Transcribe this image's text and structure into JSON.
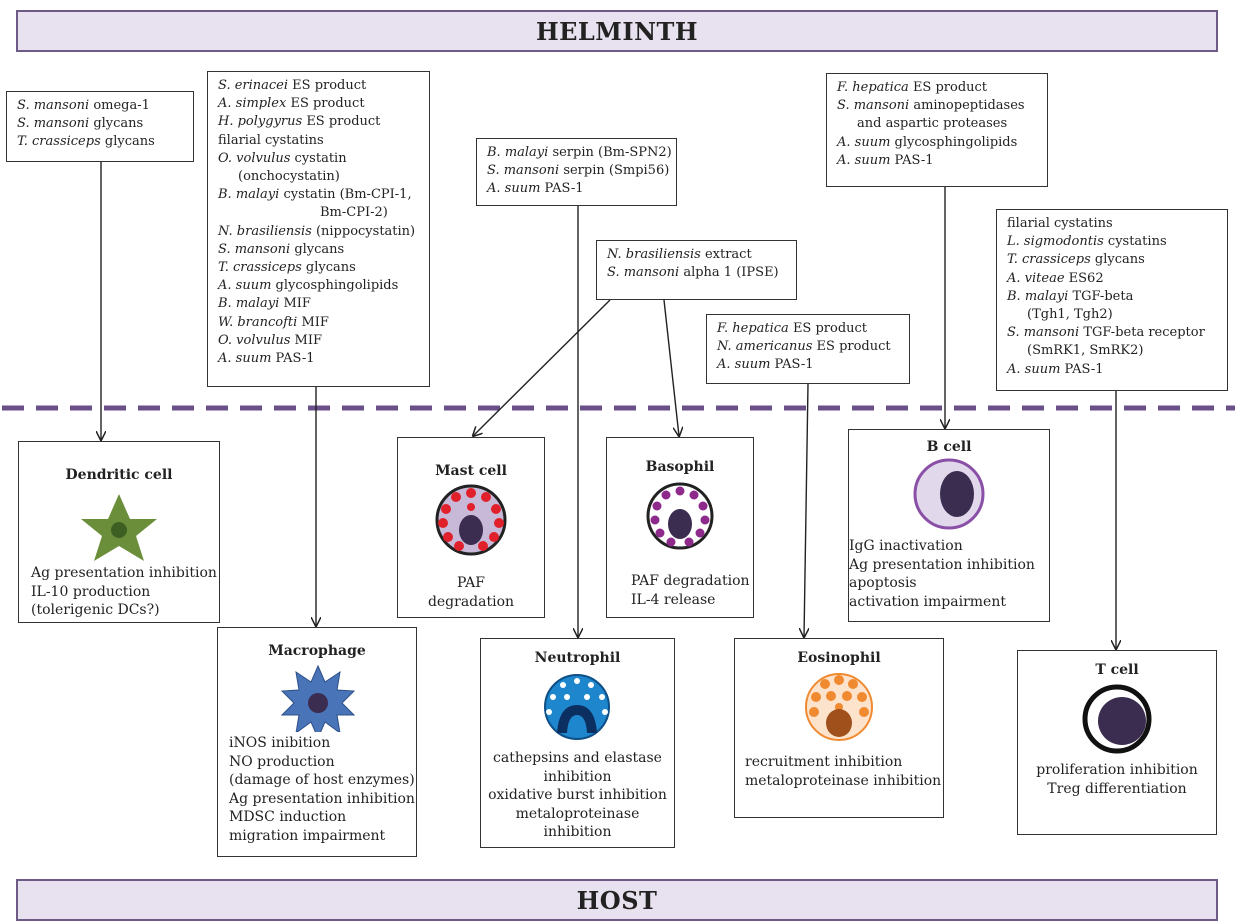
{
  "banners": {
    "top": "HELMINTH",
    "bottom": "HOST"
  },
  "helminth_sources": [
    {
      "id": "s1",
      "lines": [
        [
          "S. mansoni",
          " omega-1"
        ],
        [
          "S. mansoni",
          " glycans"
        ],
        [
          "T. crassiceps",
          " glycans"
        ]
      ]
    },
    {
      "id": "s2",
      "lines": [
        [
          "S. erinacei",
          " ES product"
        ],
        [
          "A. simplex",
          " ES product"
        ],
        [
          "H. polygyrus",
          " ES product"
        ],
        [
          "",
          "filarial cystatins"
        ],
        [
          "O. volvulus",
          " cystatin"
        ],
        [
          "",
          "(onchocystatin)"
        ],
        [
          "B.  malayi",
          " cystatin (Bm-CPI-1,"
        ],
        [
          "",
          "Bm-CPI-2)"
        ],
        [
          "N. brasiliensis",
          " (nippocystatin)"
        ],
        [
          "S. mansoni",
          " glycans"
        ],
        [
          "T. crassiceps",
          " glycans"
        ],
        [
          "A. suum",
          " glycosphingolipids"
        ],
        [
          "B. malayi",
          " MIF"
        ],
        [
          "W. brancofti",
          " MIF"
        ],
        [
          "O. volvulus",
          " MIF"
        ],
        [
          "A. suum",
          " PAS-1"
        ]
      ]
    },
    {
      "id": "s3",
      "lines": [
        [
          "B. malayi",
          " serpin (Bm-SPN2)"
        ],
        [
          "S. mansoni",
          " serpin (Smpi56)"
        ],
        [
          "A. suum",
          " PAS-1"
        ]
      ]
    },
    {
      "id": "s4",
      "lines": [
        [
          "N. brasiliensis",
          " extract"
        ],
        [
          "S. mansoni",
          " alpha 1 (IPSE)"
        ]
      ]
    },
    {
      "id": "s5",
      "lines": [
        [
          "F. hepatica",
          " ES product"
        ],
        [
          "N. americanus",
          " ES product"
        ],
        [
          "A. suum",
          " PAS-1"
        ]
      ]
    },
    {
      "id": "s6",
      "lines": [
        [
          "F. hepatica",
          " ES product"
        ],
        [
          "S. mansoni",
          " aminopeptidases"
        ],
        [
          "",
          "and aspartic proteases"
        ],
        [
          "A.  suum",
          " glycosphingolipids"
        ],
        [
          "A.  suum",
          " PAS-1"
        ]
      ]
    },
    {
      "id": "s7",
      "lines": [
        [
          "",
          "filarial cystatins"
        ],
        [
          "L. sigmodontis",
          " cystatins"
        ],
        [
          "T. crassiceps",
          " glycans"
        ],
        [
          "A. viteae",
          " ES62"
        ],
        [
          "B. malayi",
          " TGF-beta"
        ],
        [
          "",
          "(Tgh1, Tgh2)"
        ],
        [
          "S. mansoni",
          " TGF-beta receptor"
        ],
        [
          "",
          "(SmRK1, SmRK2)"
        ],
        [
          "A. suum",
          " PAS-1"
        ]
      ]
    }
  ],
  "host_cells": [
    {
      "id": "dendritic",
      "title": "Dendritic cell",
      "effects": [
        "Ag presentation inhibition",
        "IL-10 production",
        "(tolerigenic DCs?)"
      ]
    },
    {
      "id": "macrophage",
      "title": "Macrophage",
      "effects": [
        "iNOS inibition",
        "NO production",
        "(damage of host enzymes)",
        "Ag presentation inhibition",
        "MDSC induction",
        "migration impairment"
      ]
    },
    {
      "id": "mast",
      "title": "Mast cell",
      "effects": [
        "PAF",
        "degradation"
      ]
    },
    {
      "id": "neutrophil",
      "title": "Neutrophil",
      "effects": [
        "cathepsins and elastase",
        "inhibition",
        "oxidative burst inhibition",
        "metaloproteinase",
        "inhibition"
      ]
    },
    {
      "id": "basophil",
      "title": "Basophil",
      "effects": [
        "PAF degradation",
        "IL-4 release"
      ]
    },
    {
      "id": "eosinophil",
      "title": "Eosinophil",
      "effects": [
        "recruitment  inhibition",
        "metaloproteinase inhibition"
      ]
    },
    {
      "id": "bcell",
      "title": "B cell",
      "effects": [
        "IgG inactivation",
        "Ag presentation inhibition",
        "apoptosis",
        "activation impairment"
      ]
    },
    {
      "id": "tcell",
      "title": "T cell",
      "effects": [
        "proliferation inhibition",
        "Treg differentiation"
      ]
    }
  ],
  "colors": {
    "banner_fill": "#e8e1ef",
    "banner_border": "#6e5a86",
    "divider": "#6a4f8a",
    "dendritic": "#6b8e3a",
    "macrophage": "#4a74b8",
    "mast_red": "#e0202a",
    "basophil": "#8e2a8c",
    "neutrophil": "#1e86cc",
    "eosinophil": "#f08a30",
    "nucleus": "#3b2d4f"
  }
}
